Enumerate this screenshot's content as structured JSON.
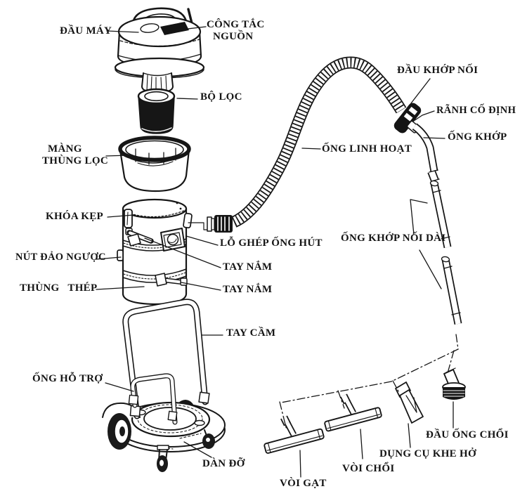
{
  "diagram": {
    "title": "wet-dry-vacuum-exploded-parts-diagram",
    "colors": {
      "ink": "#161616",
      "paper": "#ffffff"
    },
    "labels": {
      "dau_may": "ĐẦU MÁY",
      "cong_tac_line1": "CÔNG TẮC",
      "cong_tac_line2": "NGUỒN",
      "bo_loc": "BỘ LỌC",
      "mang_line1": "MÀNG",
      "mang_line2": "THÙNG LỌC",
      "khoa_kep": "KHÓA KẸP",
      "lo_ghep_ong_hut": "LỖ GHÉP ỐNG HÚT",
      "nut_dao_nguoc": "NÚT ĐẢO NGƯỢC",
      "tay_nam_1": "TAY NẮM",
      "thung_thep": "THÙNG   THÉP",
      "tay_nam_2": "TAY NẮM",
      "tay_cam": "TAY CẦM",
      "ong_ho_tro": "ỐNG HỖ TRỢ",
      "dan_do": "DÀN ĐỠ",
      "dau_khop_noi": "ĐẦU KHỚP NỐI",
      "ranh_co_dinh": "RÃNH CỐ ĐỊNH",
      "ong_khop": "ỐNG KHỚP",
      "ong_linh_hoat": "ỐNG LINH HOẠT",
      "ong_khop_noi_dai": "ỐNG KHỚP NỐI DÀI",
      "dau_ong_choi": "ĐẦU ỐNG CHỔI",
      "dung_cu_khe_ho": "DỤNG CỤ KHE HỞ",
      "voi_choi": "VÒI CHỔI",
      "voi_gat": "VÒI GẠT"
    }
  }
}
